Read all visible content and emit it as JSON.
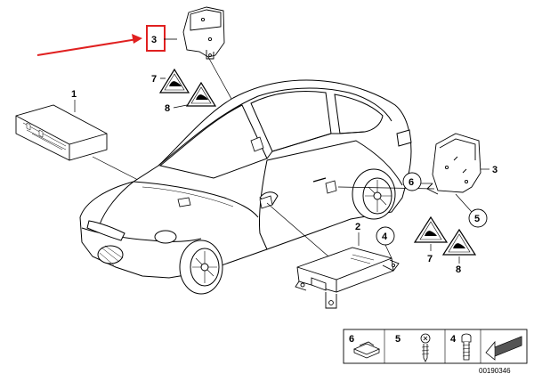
{
  "callouts": {
    "c1": "1",
    "c2": "2",
    "c3_top": "3",
    "c3_right": "3",
    "c4": "4",
    "c5": "5",
    "c6": "6",
    "c7_top": "7",
    "c7_right": "7",
    "c8_top": "8",
    "c8_right": "8"
  },
  "legend": {
    "item6": "6",
    "item5": "5",
    "item4": "4"
  },
  "diagram_id": "00190346",
  "colors": {
    "highlight_box": "#e02020",
    "arrow": "#e02020",
    "line": "#000000"
  }
}
